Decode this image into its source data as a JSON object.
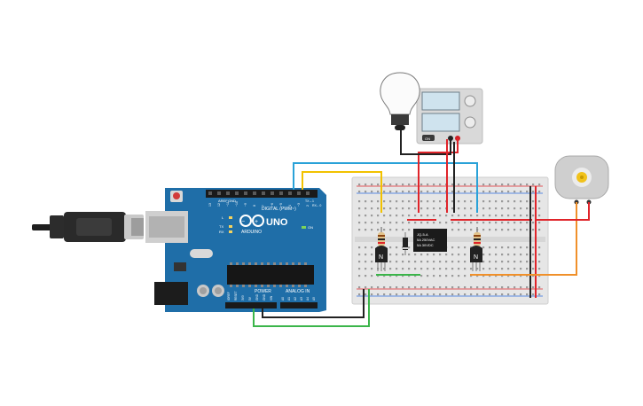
{
  "arduino": {
    "brand": "ARDUINO",
    "model": "UNO",
    "digital_header_label": "DIGITAL (PWM~)",
    "power_header_label": "POWER",
    "analog_header_label": "ANALOG IN",
    "on_label": "ON",
    "led_l": "L",
    "led_tx": "TX",
    "led_rx": "RX",
    "aref_label": "AREF",
    "gnd_label": "GND",
    "tx_pin_label": "TX→1",
    "rx_pin_label": "RX←0",
    "digital_pin_numbers": [
      "13",
      "12",
      "~11",
      "~10",
      "~9",
      "8",
      "7",
      "~6",
      "~5",
      "4",
      "~3",
      "2"
    ],
    "power_pin_labels": [
      "IOREF",
      "RESET",
      "3V3",
      "5V",
      "GND",
      "GND",
      "VIN"
    ],
    "analog_pin_labels": [
      "A0",
      "A1",
      "A2",
      "A3",
      "A4",
      "A5"
    ]
  },
  "relay": {
    "line1": "JQ-5-A",
    "line2": "5A 250VAC",
    "line3": "5A 30VDC"
  },
  "transistors": {
    "left_label": "N",
    "right_label": "N"
  },
  "power_supply": {
    "button_label": "ON"
  },
  "colors": {
    "board_blue": "#1f6ea8",
    "breadboard": "#e9e9e9",
    "wire_red": "#e0242a",
    "wire_black": "#222222",
    "wire_yellow": "#f2c200",
    "wire_blue": "#2aa2d8",
    "wire_green": "#3bb54a",
    "wire_orange": "#f0902a"
  },
  "icons": {
    "usb_cable": "usb-b-plug-icon",
    "bulb": "light-bulb-icon",
    "motor": "dc-motor-icon"
  }
}
